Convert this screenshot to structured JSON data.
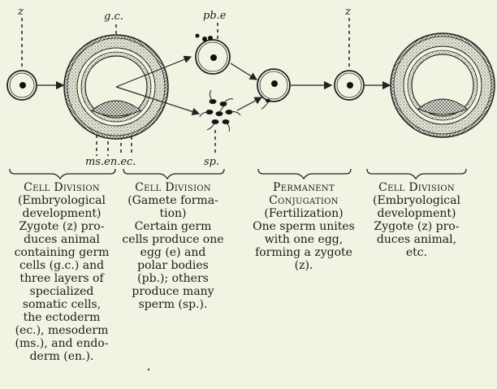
{
  "labels": {
    "z_left": "z",
    "gc": "g.c.",
    "pbe": "pb.e",
    "z_right": "z",
    "msenec": "ms.en.ec.",
    "sp": "sp."
  },
  "columns": [
    {
      "heading": "Cell Division",
      "lines": [
        "(Embryological",
        "development)",
        "Zygote (z) pro-",
        "duces animal",
        "containing germ",
        "cells (g.c.) and",
        "three layers of",
        "specialized",
        "somatic cells,",
        "the ectoderm",
        "(ec.), mesoderm",
        "(ms.), and endo-",
        "derm (en.)."
      ]
    },
    {
      "heading": "Cell Division",
      "lines": [
        "(Gamete forma-",
        "tion)",
        "Certain germ",
        "cells produce one",
        "egg (e) and",
        "polar bodies",
        "(pb.); others",
        "produce many",
        "sperm (sp.)."
      ]
    },
    {
      "heading": "Permanent",
      "heading2": "Conjugation",
      "lines": [
        "(Fertilization)",
        "One sperm unites",
        "with one egg,",
        "forming a zygote",
        "(z)."
      ]
    },
    {
      "heading": "Cell Division",
      "lines": [
        "(Embryological",
        "development)",
        "Zygote (z) pro-",
        "duces animal,",
        "etc."
      ]
    }
  ]
}
